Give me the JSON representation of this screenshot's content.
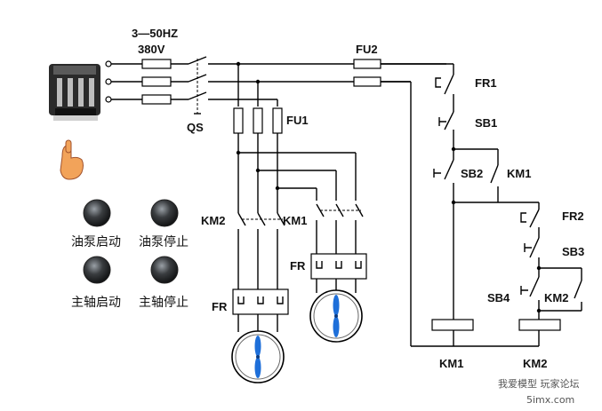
{
  "supply": {
    "line1": "3—50HZ",
    "line2": "380V"
  },
  "labels": {
    "fu2": "FU2",
    "fr1": "FR1",
    "sb1": "SB1",
    "qs": "QS",
    "fu1": "FU1",
    "sb2": "SB2",
    "km1_contact": "KM1",
    "km2_main": "KM2",
    "km1_main": "KM1",
    "fr2": "FR2",
    "sb3": "SB3",
    "fr_right": "FR",
    "fr_left": "FR",
    "sb4": "SB4",
    "km2_contact": "KM2",
    "km1_coil": "KM1",
    "km2_coil": "KM2"
  },
  "buttons": {
    "oil_start": "油泵启动",
    "oil_stop": "油泵停止",
    "spindle_start": "主轴启动",
    "spindle_stop": "主轴停止"
  },
  "watermark": {
    "line1": "我爱模型 玩家论坛",
    "line2": "5imx.com"
  }
}
